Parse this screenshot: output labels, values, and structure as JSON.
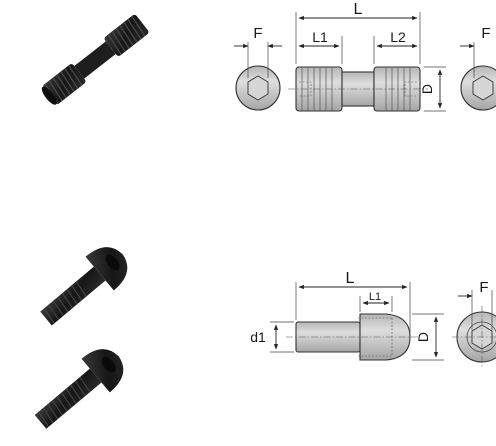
{
  "labels": {
    "top_L": "L",
    "top_F_left": "F",
    "top_L1": "L1",
    "top_L2": "L2",
    "top_D": "D",
    "top_F_right": "F",
    "bot_L": "L",
    "bot_L1": "L1",
    "bot_d1": "d1",
    "bot_D": "D",
    "bot_F": "F"
  },
  "colors": {
    "ink": "#222222",
    "part_fill": "#c9c9c9",
    "part_dark": "#a9a9a9",
    "photo_dark": "#1c1c1c"
  }
}
